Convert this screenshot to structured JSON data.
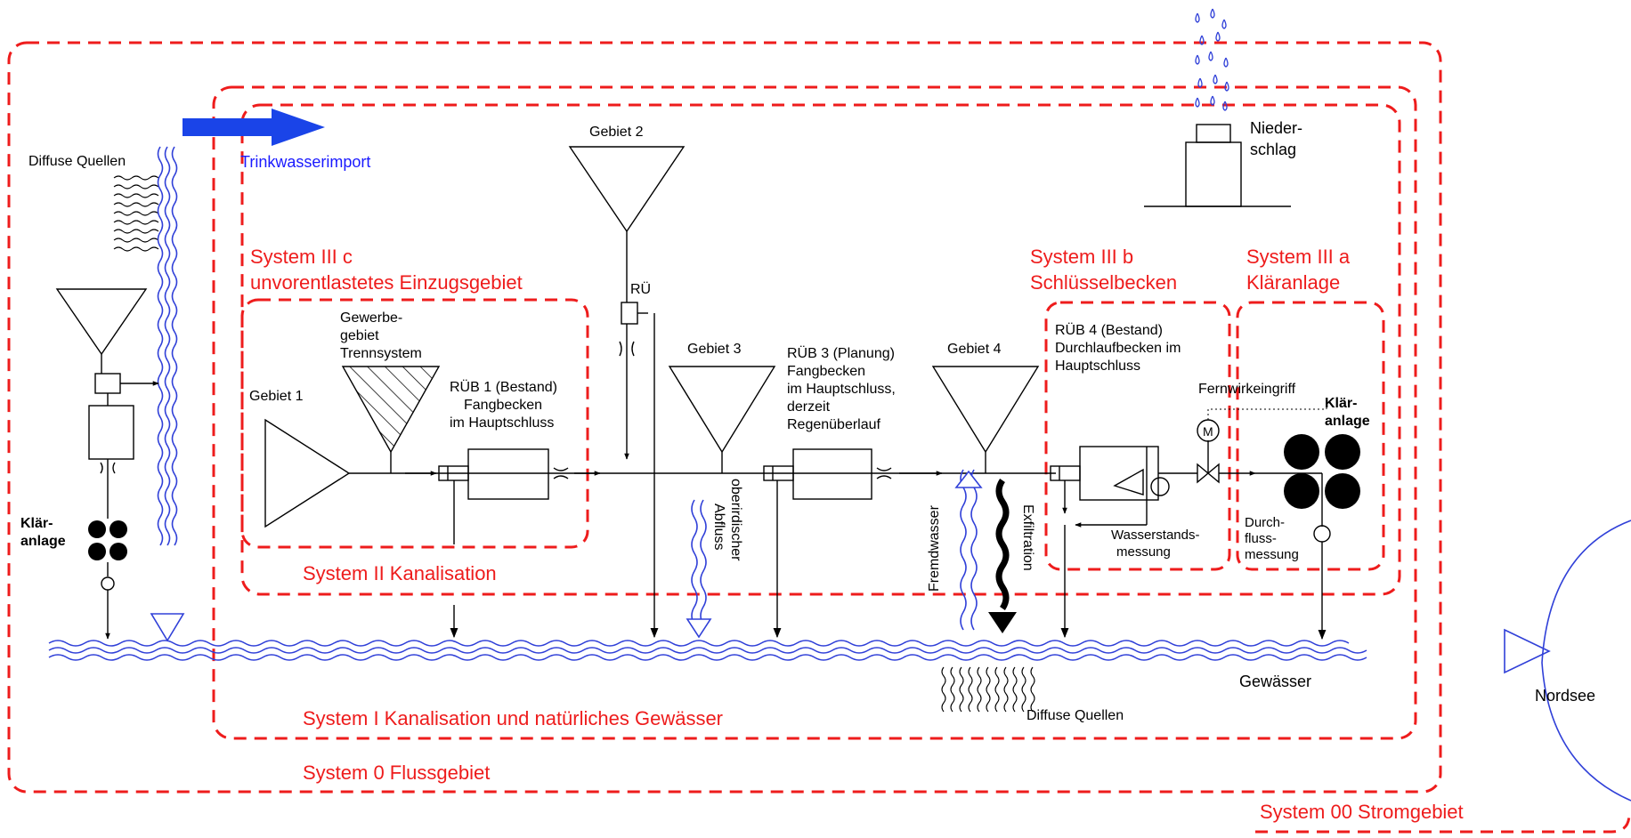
{
  "systems": {
    "s00": "System 00 Stromgebiet",
    "s0": "System 0 Flussgebiet",
    "s1": "System I Kanalisation und natürliches Gewässer",
    "s2": "System II Kanalisation",
    "s3c_1": "System III c",
    "s3c_2": "unvorentlastetes Einzugsgebiet",
    "s3b_1": "System III b",
    "s3b_2": "Schlüsselbecken",
    "s3a_1": "System III a",
    "s3a_2": "Kläranlage"
  },
  "labels": {
    "trinkwasser": "Trinkwasserimport",
    "diffuse_top": "Diffuse Quellen",
    "diffuse_bottom": "Diffuse Quellen",
    "klaer_left_1": "Klär-",
    "klaer_left_2": "anlage",
    "gebiet1": "Gebiet 1",
    "gebiet2": "Gebiet 2",
    "gebiet3": "Gebiet 3",
    "gebiet4": "Gebiet 4",
    "gewerbe_1": "Gewerbe-",
    "gewerbe_2": "gebiet",
    "gewerbe_3": "Trennsystem",
    "rueb1_1": "RÜB 1 (Bestand)",
    "rueb1_2": "Fangbecken",
    "rueb1_3": "im Hauptschluss",
    "rue": "RÜ",
    "rueb3_1": "RÜB 3 (Planung)",
    "rueb3_2": "Fangbecken",
    "rueb3_3": "im Hauptschluss,",
    "rueb3_4": "derzeit",
    "rueb3_5": "Regenüberlauf",
    "rueb4_1": "RÜB 4 (Bestand)",
    "rueb4_2": "Durchlaufbecken im",
    "rueb4_3": "Hauptschluss",
    "oberirdisch_1": "oberirdischer",
    "oberirdisch_2": "Abfluss",
    "fremdwasser": "Fremdwasser",
    "exfiltration": "Exfiltration",
    "fernwirk": "Fernwirkeingriff",
    "motor": "M",
    "wasserstand_1": "Wasserstands-",
    "wasserstand_2": "messung",
    "durchfluss_1": "Durch-",
    "durchfluss_2": "fluss-",
    "durchfluss_3": "messung",
    "klaer_right_1": "Klär-",
    "klaer_right_2": "anlage",
    "nieder_1": "Nieder-",
    "nieder_2": "schlag",
    "gewaesser": "Gewässer",
    "nordsee": "Nordsee"
  },
  "colors": {
    "system_boundary": "#ee1c1c",
    "water": "#3040d8",
    "import_arrow": "#1a44e8",
    "text": "#000000"
  }
}
